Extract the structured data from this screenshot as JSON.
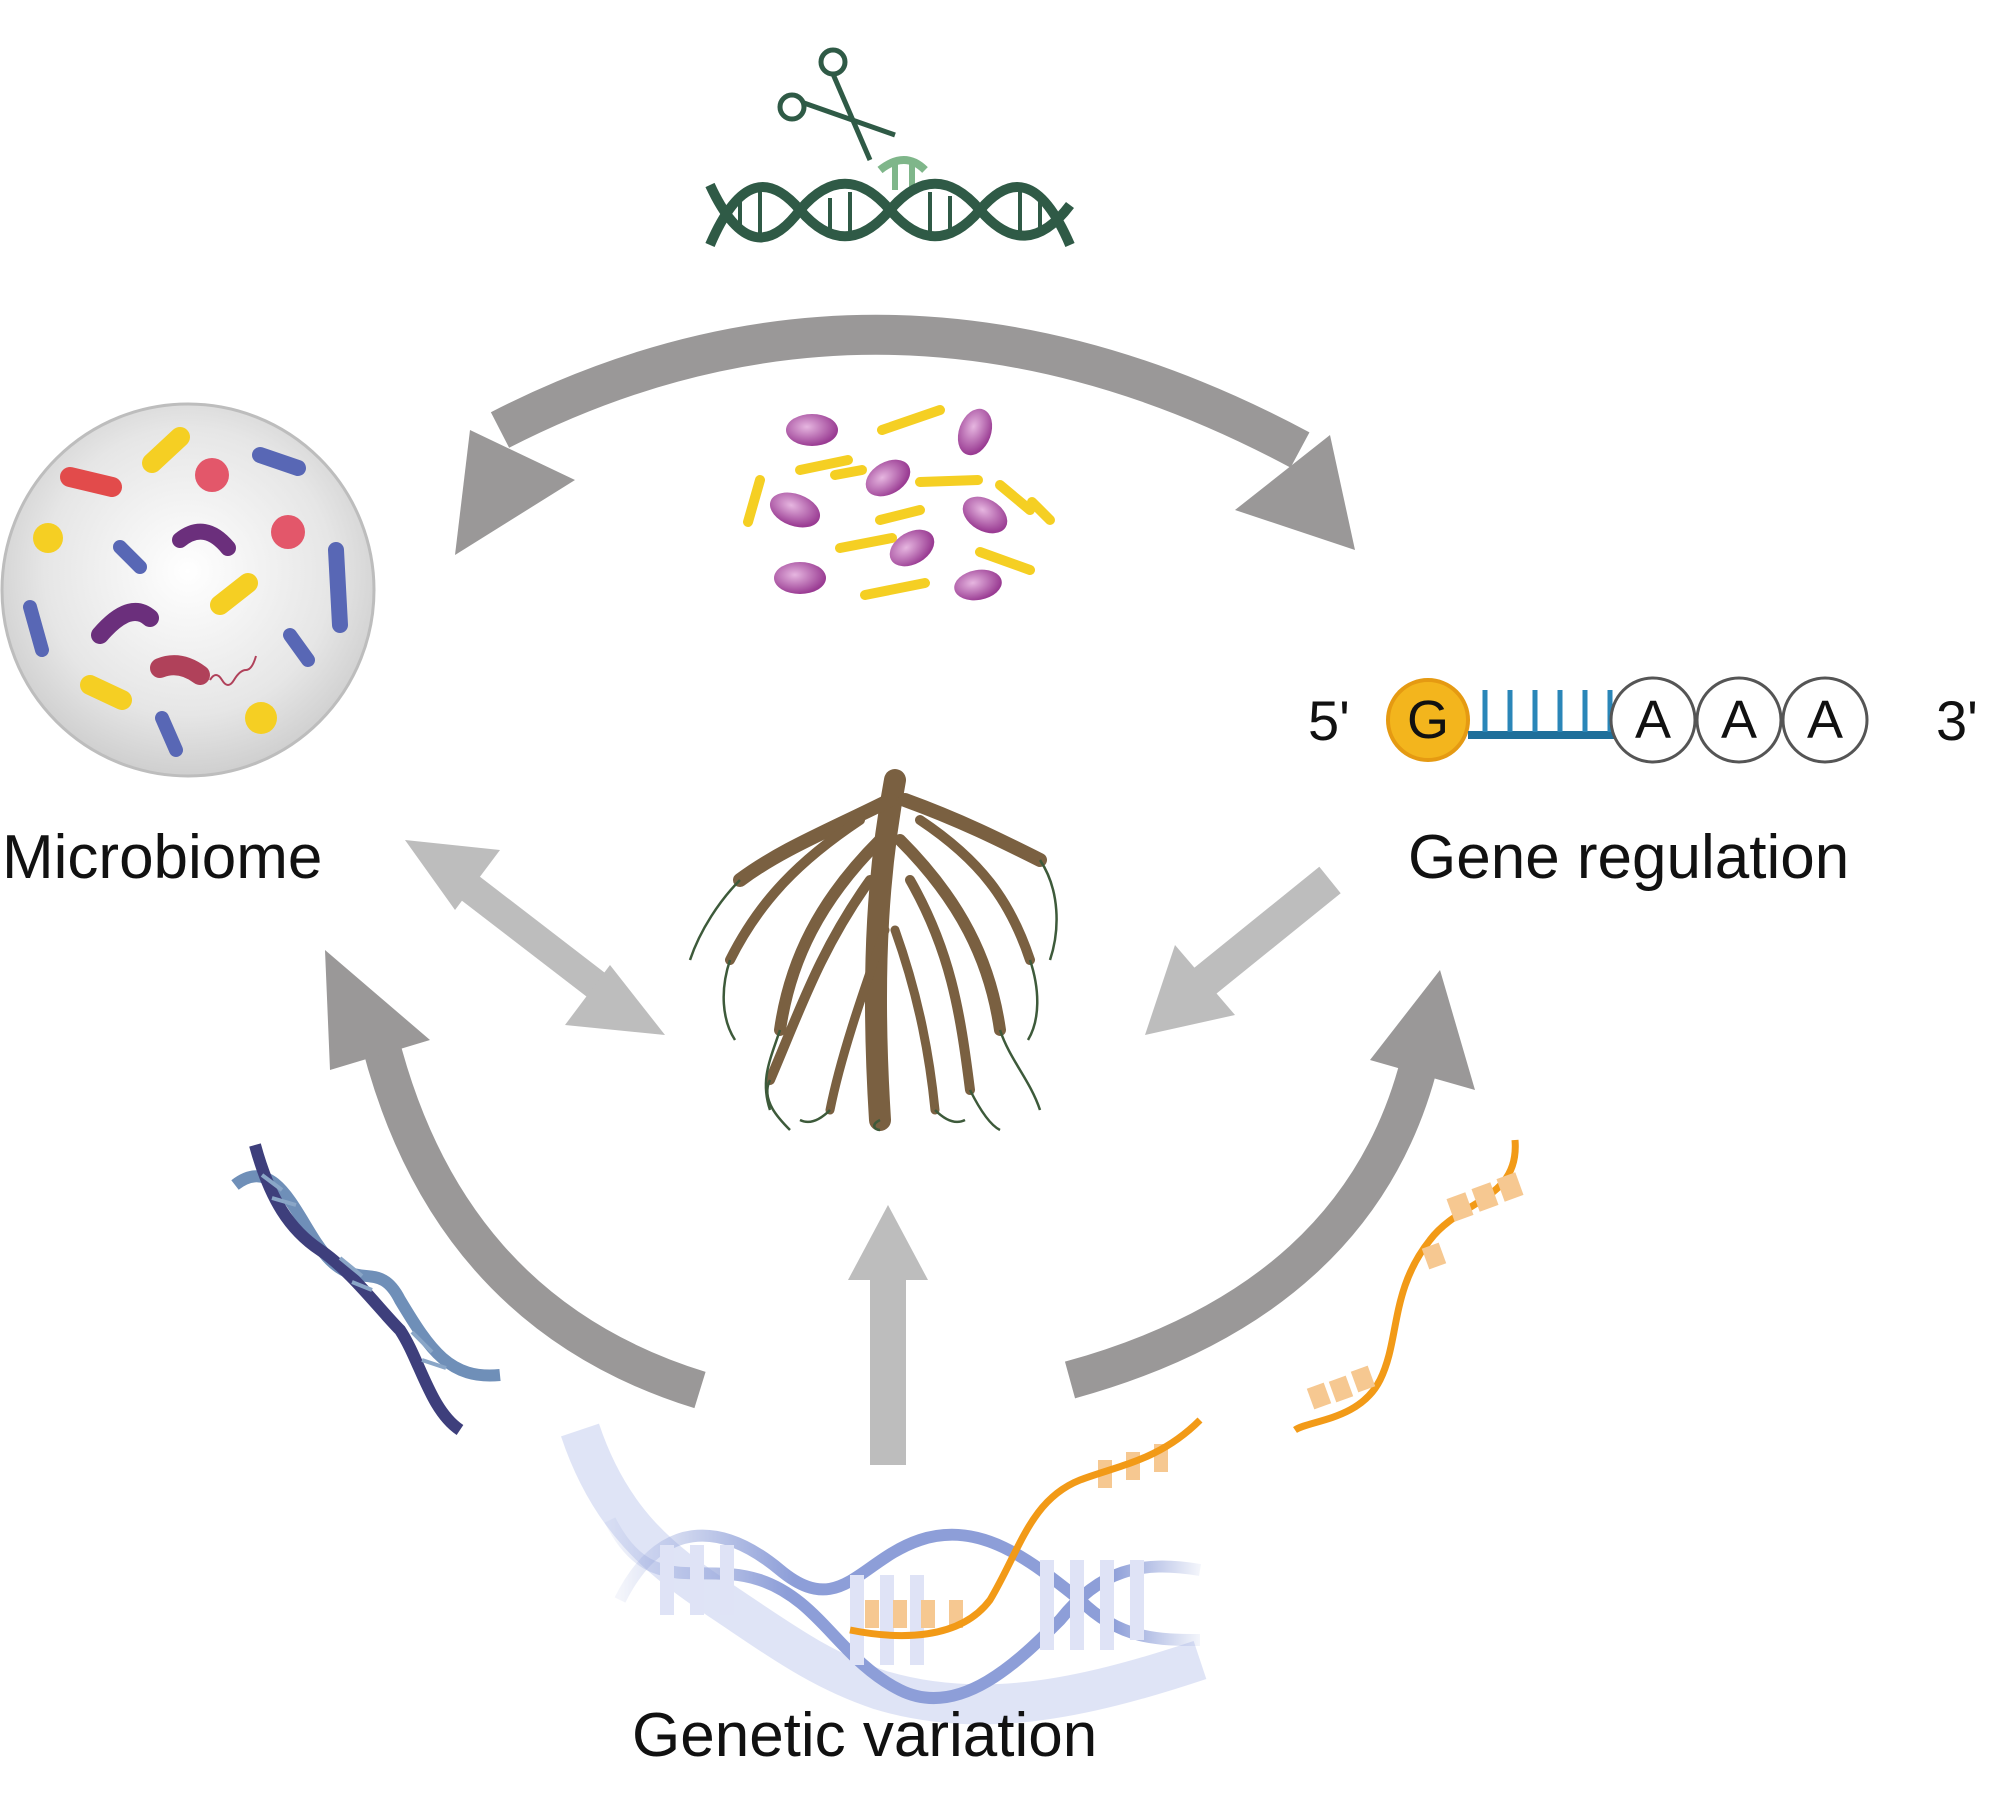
{
  "labels": {
    "microbiome": "Microbiome",
    "gene_regulation": "Gene regulation",
    "genetic_variation": "Genetic variation"
  },
  "mrna": {
    "five_prime": "5'",
    "three_prime": "3'",
    "cap": "G",
    "poly_a": [
      "A",
      "A",
      "A"
    ]
  },
  "icons": [
    "crispr-scissors-dna-icon",
    "petri-dish-microbes-icon",
    "bacteria-cluster-icon",
    "plant-root-icon",
    "dna-helix-icon",
    "rna-strand-icon",
    "dna-rna-helix-icon"
  ],
  "colors": {
    "arrow_dark": "#9a9898",
    "arrow_light": "#bdbdbd",
    "crispr_green": "#2f5a46",
    "cap_orange": "#f3b51d",
    "mrna_blue": "#1f6f9a",
    "microbe_purple": "#a04a9c",
    "microbe_yellow": "#f5cf23",
    "root_brown": "#7a6041",
    "rna_orange": "#f29a17",
    "dna_blue": "#8d9ed8"
  }
}
